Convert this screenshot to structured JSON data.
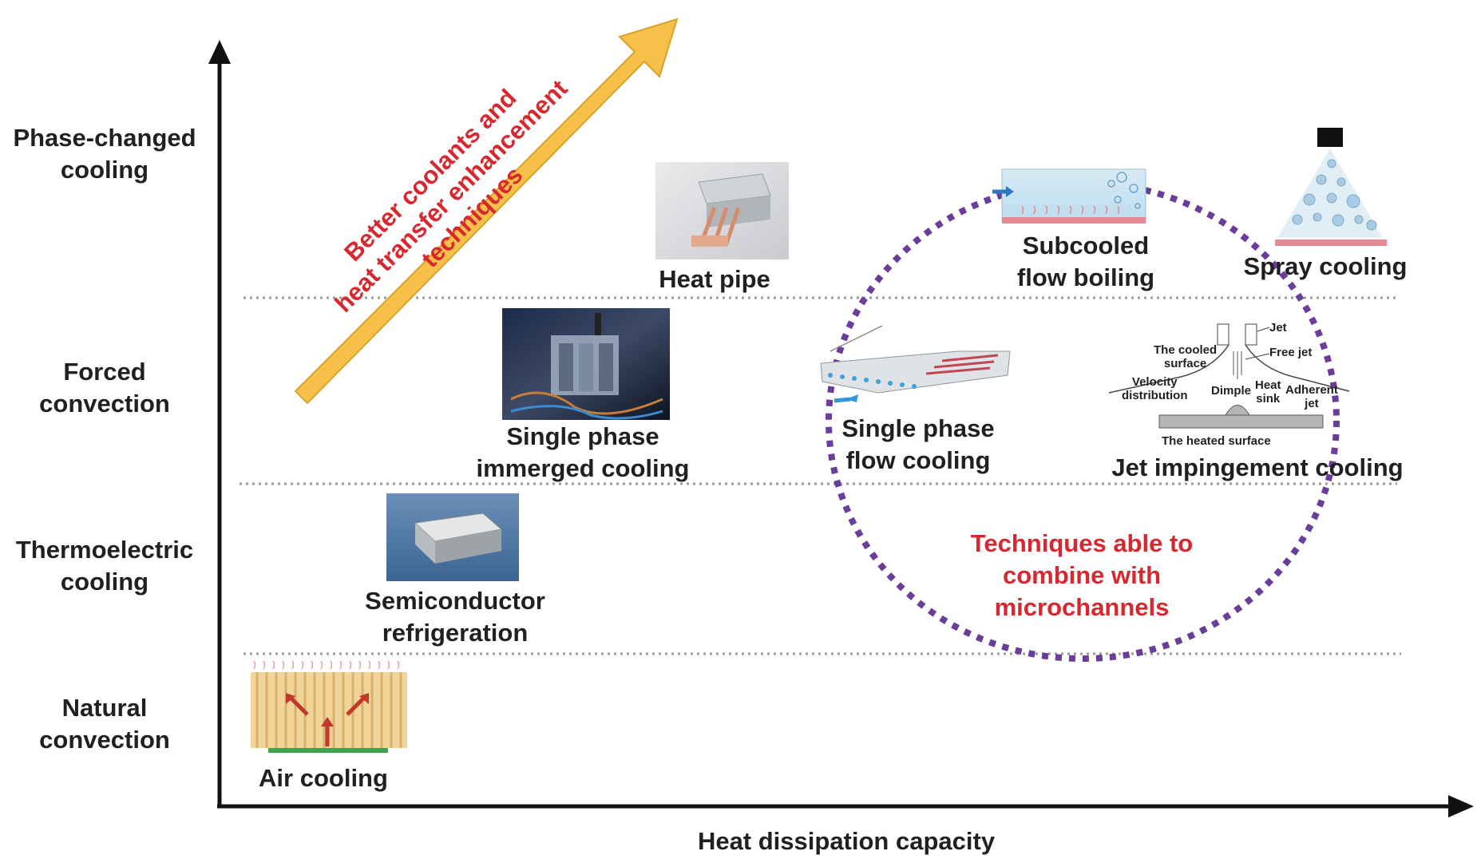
{
  "axes": {
    "x_label": "Heat dissipation capacity"
  },
  "categories": [
    {
      "line1": "Phase-changed",
      "line2": "cooling"
    },
    {
      "line1": "Forced",
      "line2": "convection"
    },
    {
      "line1": "Thermoelectric",
      "line2": "cooling"
    },
    {
      "line1": "Natural",
      "line2": "convection"
    }
  ],
  "trend_arrow": {
    "line1": "Better coolants and",
    "line2": "heat transfer enhancement",
    "line3": "techniques",
    "color": "#f7c049"
  },
  "techniques": {
    "air_cooling": "Air cooling",
    "semiconductor": {
      "line1": "Semiconductor",
      "line2": "refrigeration"
    },
    "immersed": {
      "line1": "Single phase",
      "line2": "immerged cooling"
    },
    "heat_pipe": "Heat pipe",
    "single_phase_flow": {
      "line1": "Single phase",
      "line2": "flow cooling"
    },
    "subcooled": {
      "line1": "Subcooled",
      "line2": "flow boiling"
    },
    "spray": "Spray cooling",
    "jet": "Jet impingement cooling"
  },
  "jet_diagram": {
    "jet": "Jet",
    "free_jet": "Free jet",
    "cooled_surface_1": "The cooled",
    "cooled_surface_2": "surface",
    "velocity_1": "Velocity",
    "velocity_2": "distribution",
    "dimple": "Dimple",
    "heat_sink_1": "Heat",
    "heat_sink_2": "sink",
    "adherent_1": "Adherent",
    "adherent_2": "jet",
    "heated_surface": "The heated surface"
  },
  "microchannel_note": {
    "line1": "Techniques able to",
    "line2": "combine with",
    "line3": "microchannels",
    "circle_color": "#6a3d9a"
  },
  "colors": {
    "red_text": "#d7282f",
    "dark_text": "#231f20"
  }
}
